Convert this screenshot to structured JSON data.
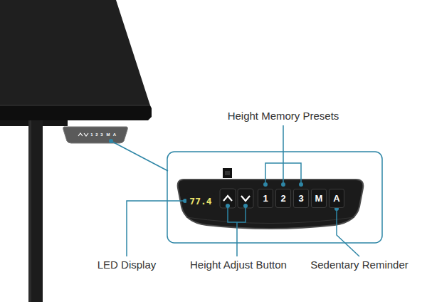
{
  "diagram": {
    "nodes": [
      {
        "text": [
          "77.4"
        ]
      },
      {
        "text": [
          "1"
        ]
      },
      {
        "text": [
          "2"
        ]
      },
      {
        "text": [
          "3"
        ]
      },
      {
        "text": [
          "M"
        ]
      },
      {
        "text": [
          "A"
        ]
      }
    ],
    "labels": [
      "Height Memory Presets",
      "LED Display",
      "Height Adjust Button",
      "Sedentary Reminder",
      "1",
      "2",
      "3",
      "M",
      "A"
    ]
  }
}
